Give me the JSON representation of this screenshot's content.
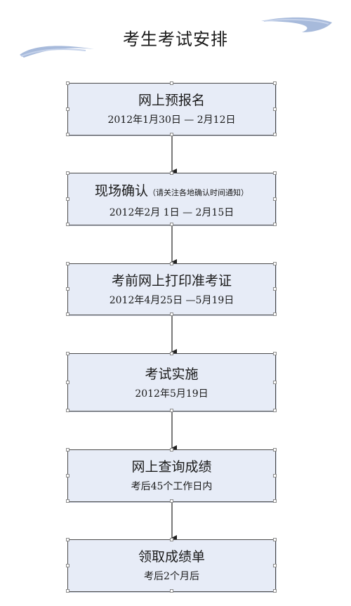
{
  "title": "考生考试安排",
  "steps": [
    {
      "name": "网上预报名",
      "note": "",
      "date": "2012年1月30日 — 2月12日"
    },
    {
      "name": "现场确认",
      "note": "（请关注各地确认时间通知）",
      "date": "2012年2月 1日 — 2月15日"
    },
    {
      "name": "考前网上打印准考证",
      "note": "",
      "date": "2012年4月25日 —5月19日"
    },
    {
      "name": "考试实施",
      "note": "",
      "date": "2012年5月19日"
    },
    {
      "name": "网上查询成绩",
      "note": "",
      "date": "考后45个工作日内"
    },
    {
      "name": "领取成绩单",
      "note": "",
      "date": "考后2个月后"
    }
  ],
  "colors": {
    "box_fill": "#e7ecf7",
    "box_border": "#4a4a4a",
    "swoosh_blue": "#8aa3cf"
  }
}
